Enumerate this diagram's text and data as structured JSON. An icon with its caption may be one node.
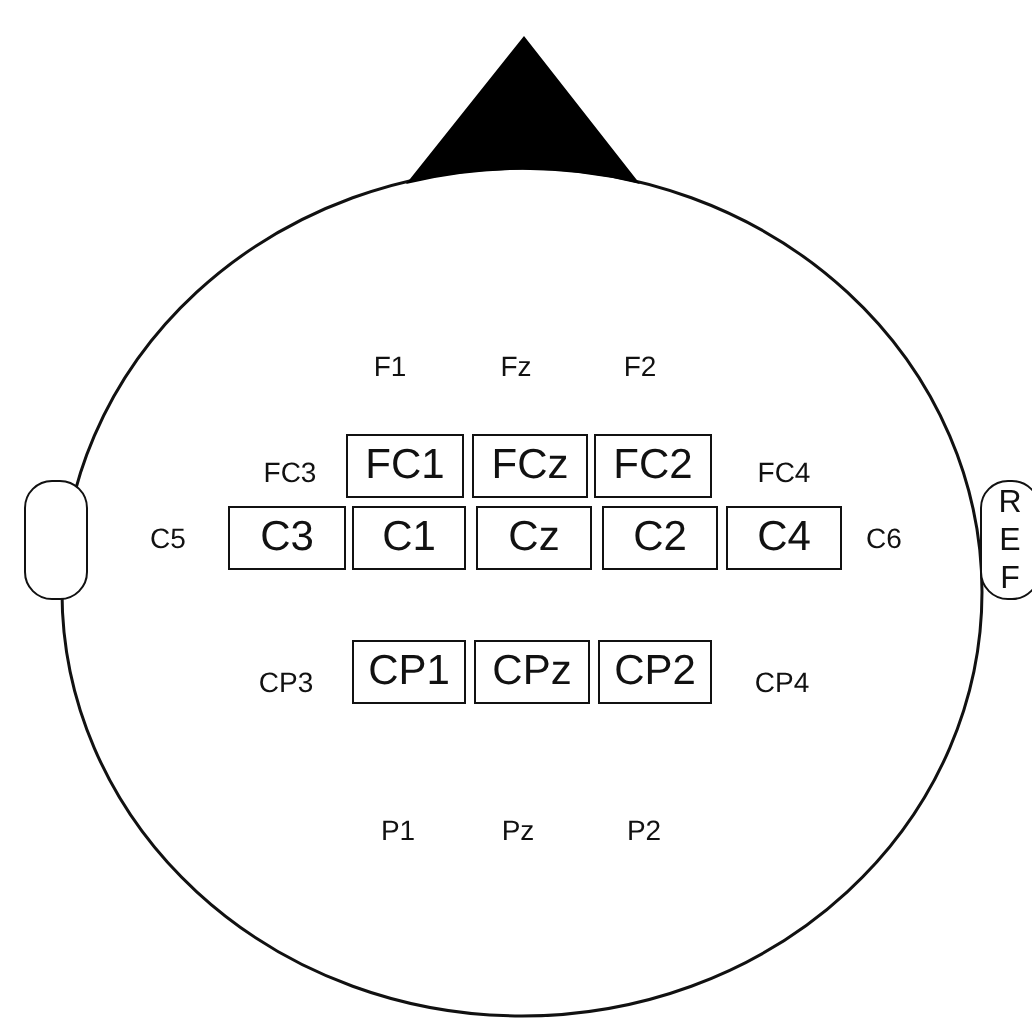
{
  "diagram": {
    "nodes": [
      {
        "text": [
          "FC1"
        ]
      },
      {
        "text": [
          "FCz"
        ]
      },
      {
        "text": [
          "FC2"
        ]
      },
      {
        "text": [],
        "shape": "oval"
      },
      {
        "text": [
          "C3"
        ]
      },
      {
        "text": [
          "C1"
        ]
      },
      {
        "text": [
          "Cz"
        ]
      },
      {
        "text": [
          "C2"
        ]
      },
      {
        "text": [
          "C4"
        ]
      },
      {
        "text": [
          "REF"
        ]
      },
      {
        "text": [
          "CP1"
        ]
      },
      {
        "text": [
          "CPz"
        ]
      },
      {
        "text": [
          "CP2"
        ]
      }
    ],
    "labels": [
      "F1",
      "Fz",
      "F2",
      "FC3",
      "FC4",
      "C5",
      "C6",
      "CP3",
      "CP4",
      "P1",
      "Pz",
      "P2"
    ]
  }
}
